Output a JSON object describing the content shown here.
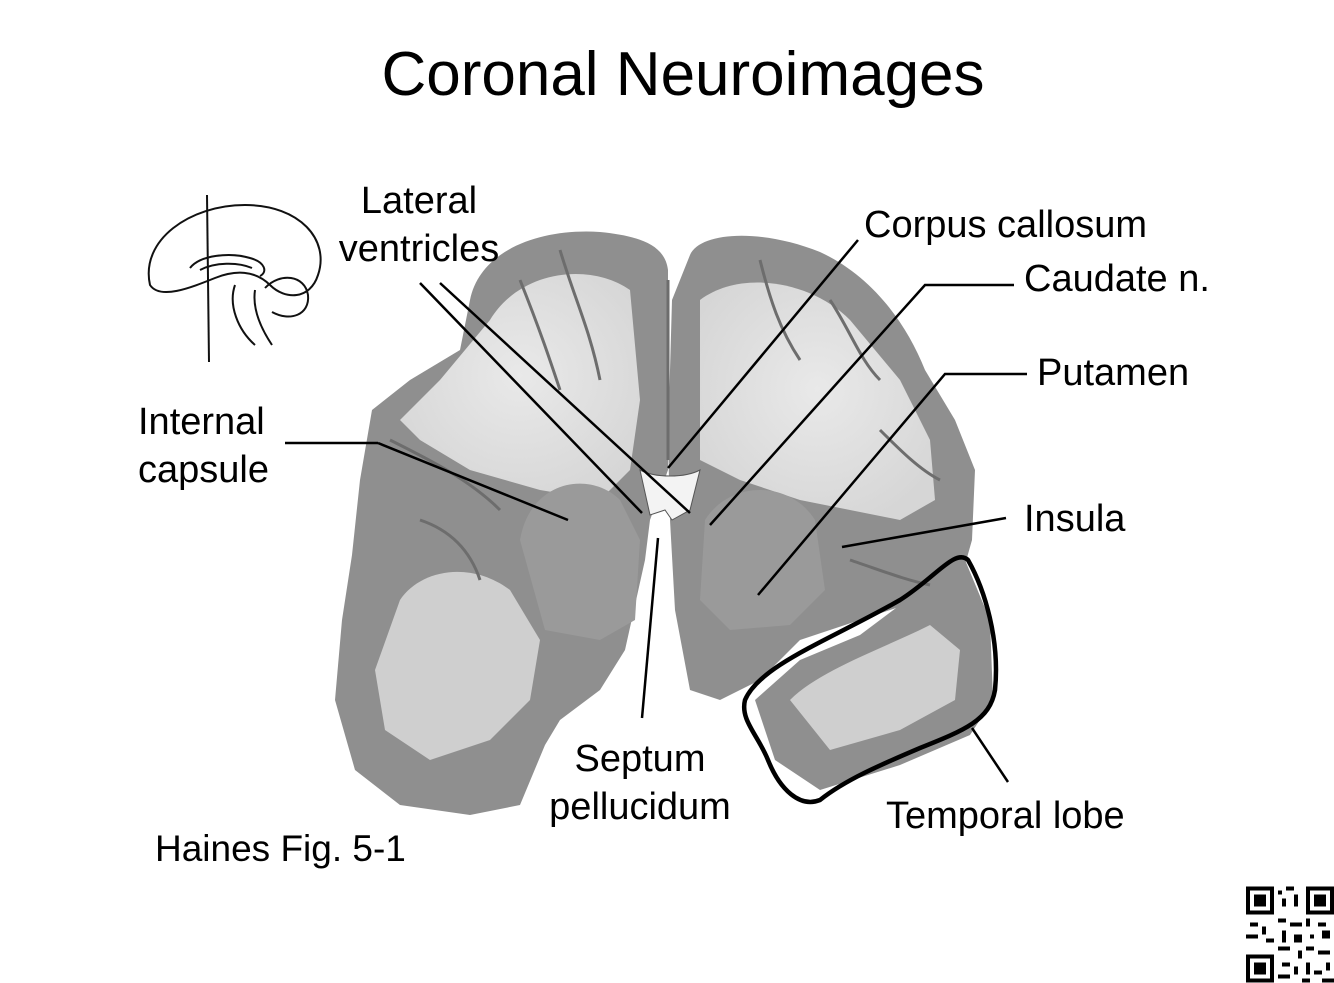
{
  "title": "Coronal Neuroimages",
  "labels": {
    "lateral_ventricles": [
      "Lateral",
      "ventricles"
    ],
    "corpus_callosum": "Corpus callosum",
    "caudate": "Caudate n.",
    "putamen": "Putamen",
    "internal_capsule": [
      "Internal",
      "capsule"
    ],
    "insula": "Insula",
    "septum_pellucidum": [
      "Septum",
      "pellucidum"
    ],
    "temporal_lobe": "Temporal lobe"
  },
  "citation": "Haines Fig. 5-1"
}
